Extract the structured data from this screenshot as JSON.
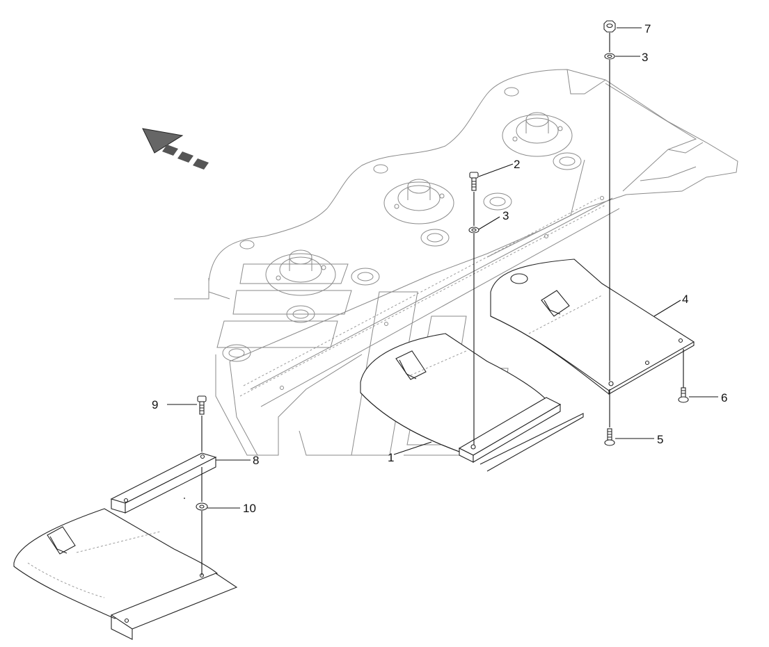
{
  "diagram": {
    "callouts": [
      {
        "id": "c7",
        "label": "7"
      },
      {
        "id": "c3a",
        "label": "3"
      },
      {
        "id": "c2",
        "label": "2"
      },
      {
        "id": "c3b",
        "label": "3"
      },
      {
        "id": "c4",
        "label": "4"
      },
      {
        "id": "c6",
        "label": "6"
      },
      {
        "id": "c5",
        "label": "5"
      },
      {
        "id": "c9",
        "label": "9"
      },
      {
        "id": "c8",
        "label": "8"
      },
      {
        "id": "c1",
        "label": "1"
      },
      {
        "id": "c10",
        "label": "10"
      }
    ]
  }
}
